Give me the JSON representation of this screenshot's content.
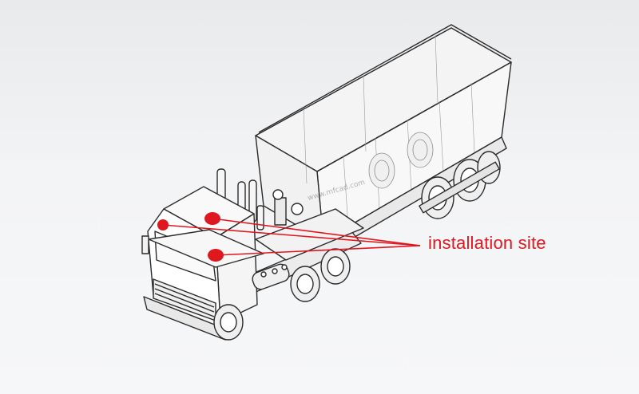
{
  "callout": {
    "label": "installation site",
    "color": "#e0171f"
  },
  "watermark": "www.mfcad.com",
  "colors": {
    "line": "#2b2b2b",
    "fill": "#ffffff",
    "background": "#eeeff1"
  },
  "markers": [
    {
      "name": "marker-roof-left"
    },
    {
      "name": "marker-roof-center"
    },
    {
      "name": "marker-hood"
    }
  ]
}
